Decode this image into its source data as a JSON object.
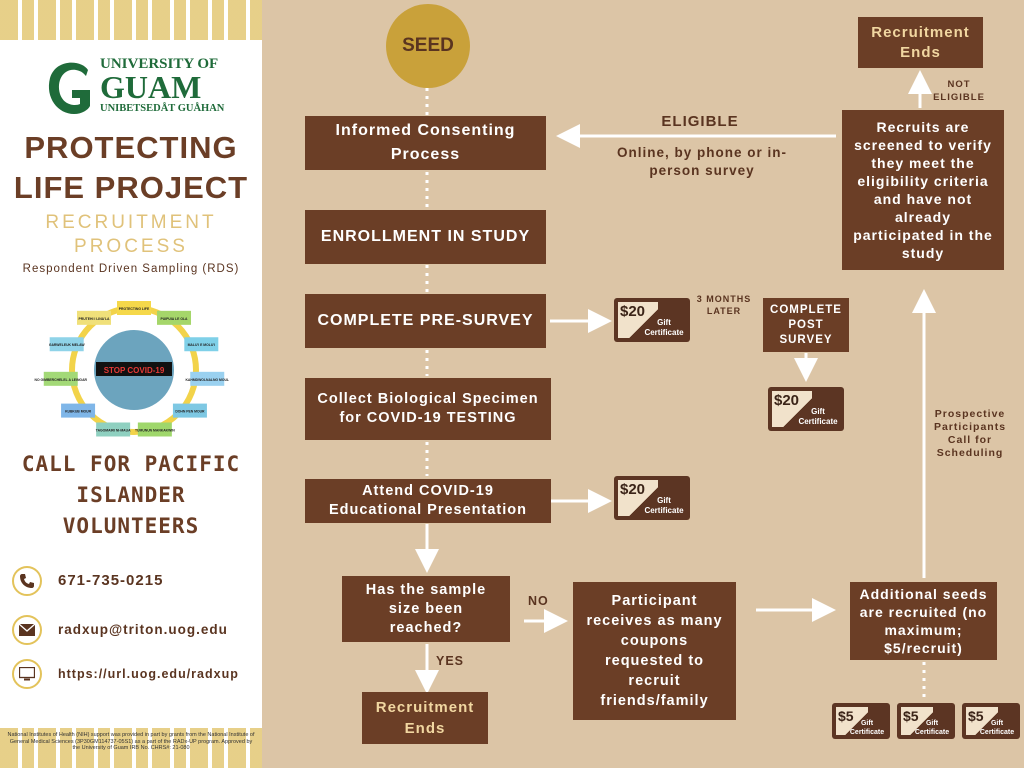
{
  "sidebar": {
    "logo": {
      "line1": "UNIVERSITY OF",
      "line2": "GUAM",
      "line3": "UNIBETSEDÅT GUÅHAN"
    },
    "title1": "PROTECTING",
    "title2": "LIFE PROJECT",
    "subtitle1": "RECRUITMENT",
    "subtitle2": "PROCESS",
    "method": "Respondent Driven Sampling (RDS)",
    "wheel": {
      "center": "STOP COVID-19",
      "labels": [
        "PROTECTING LIFE",
        "PUIPUIA LE OLA",
        "MALU'I E MOLU'I",
        "KAHMDWOLNALNG MOUL",
        "DOHN PEN MOUR",
        "TUMUNUN MANKAKWIN",
        "TAGOMAIRI NI-MAUA",
        "KUBKUB MOUR",
        "NO GIMBERCHELEL A LEINGAR",
        "GARWELEUK MELAW",
        "PRUTEHI I LINA'LA"
      ]
    },
    "call1": "CALL FOR PACIFIC",
    "call2": "ISLANDER",
    "call3": "VOLUNTEERS",
    "phone": "671-735-0215",
    "email": "radxup@triton.uog.edu",
    "website": "https://url.uog.edu/radxup",
    "footnote": "National Institutes of Health (NIH) support was provided in part by grants from the National Institute of General Medical Sciences (3P30GM114737-05S1) as a part of the RADx-UP program. Approved by the University of Guam IRB No. CHRS#: 21-080",
    "colors": {
      "brown": "#6b3e26",
      "gold": "#e3c35b",
      "green": "#1f6b3a"
    }
  },
  "flow": {
    "seed": "SEED",
    "consent": "Informed Consenting Process",
    "enroll": "ENROLLMENT IN STUDY",
    "presurvey": "COMPLETE PRE-SURVEY",
    "biospec": "Collect Biological Specimen for COVID-19 TESTING",
    "edu": "Attend COVID-19 Educational Presentation",
    "question": "Has the sample size been reached?",
    "yes": "YES",
    "no": "NO",
    "ends_bottom": "Recruitment Ends",
    "coupons": "Participant receives as many coupons requested to recruit friends/family",
    "seeds": "Additional seeds are recruited (no maximum; $5/recruit)",
    "screen": "Recruits are screened to verify they meet the eligibility criteria and have not already participated in the study",
    "ends_top": "Recruitment Ends",
    "not_eligible": "NOT ELIGIBLE",
    "eligible": "ELIGIBLE",
    "eligible_sub": "Online, by phone or in-person survey",
    "months_later": "3 MONTHS LATER",
    "post_survey": "COMPLETE POST SURVEY",
    "prospective": "Prospective Participants Call for Scheduling",
    "gift20": "$20",
    "gift5": "$5",
    "gift_text": "Gift Certificate",
    "colors": {
      "background": "#dcc5a6",
      "box": "#6b3e26",
      "seed": "#c9a13a",
      "cream_text": "#f1d7a1"
    }
  }
}
